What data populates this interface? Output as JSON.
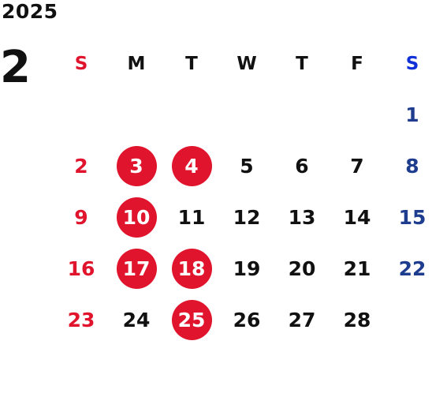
{
  "calendar": {
    "year": "2025",
    "month": "2",
    "weekdays": [
      "S",
      "M",
      "T",
      "W",
      "T",
      "F",
      "S"
    ],
    "weeks": [
      [
        {
          "day": "",
          "holiday": false
        },
        {
          "day": "",
          "holiday": false
        },
        {
          "day": "",
          "holiday": false
        },
        {
          "day": "",
          "holiday": false
        },
        {
          "day": "",
          "holiday": false
        },
        {
          "day": "",
          "holiday": false
        },
        {
          "day": "1",
          "holiday": false
        }
      ],
      [
        {
          "day": "2",
          "holiday": false
        },
        {
          "day": "3",
          "holiday": true
        },
        {
          "day": "4",
          "holiday": true
        },
        {
          "day": "5",
          "holiday": false
        },
        {
          "day": "6",
          "holiday": false
        },
        {
          "day": "7",
          "holiday": false
        },
        {
          "day": "8",
          "holiday": false
        }
      ],
      [
        {
          "day": "9",
          "holiday": false
        },
        {
          "day": "10",
          "holiday": true
        },
        {
          "day": "11",
          "holiday": false
        },
        {
          "day": "12",
          "holiday": false
        },
        {
          "day": "13",
          "holiday": false
        },
        {
          "day": "14",
          "holiday": false
        },
        {
          "day": "15",
          "holiday": false
        }
      ],
      [
        {
          "day": "16",
          "holiday": false
        },
        {
          "day": "17",
          "holiday": true
        },
        {
          "day": "18",
          "holiday": true
        },
        {
          "day": "19",
          "holiday": false
        },
        {
          "day": "20",
          "holiday": false
        },
        {
          "day": "21",
          "holiday": false
        },
        {
          "day": "22",
          "holiday": false
        }
      ],
      [
        {
          "day": "23",
          "holiday": false
        },
        {
          "day": "24",
          "holiday": false
        },
        {
          "day": "25",
          "holiday": true
        },
        {
          "day": "26",
          "holiday": false
        },
        {
          "day": "27",
          "holiday": false
        },
        {
          "day": "28",
          "holiday": false
        },
        {
          "day": "",
          "holiday": false
        }
      ]
    ]
  },
  "colors": {
    "sunday": "#e0152d",
    "saturday_header": "#1030d8",
    "saturday_date": "#1e3d8f",
    "highlight": "#e0152d",
    "text": "#111111"
  }
}
